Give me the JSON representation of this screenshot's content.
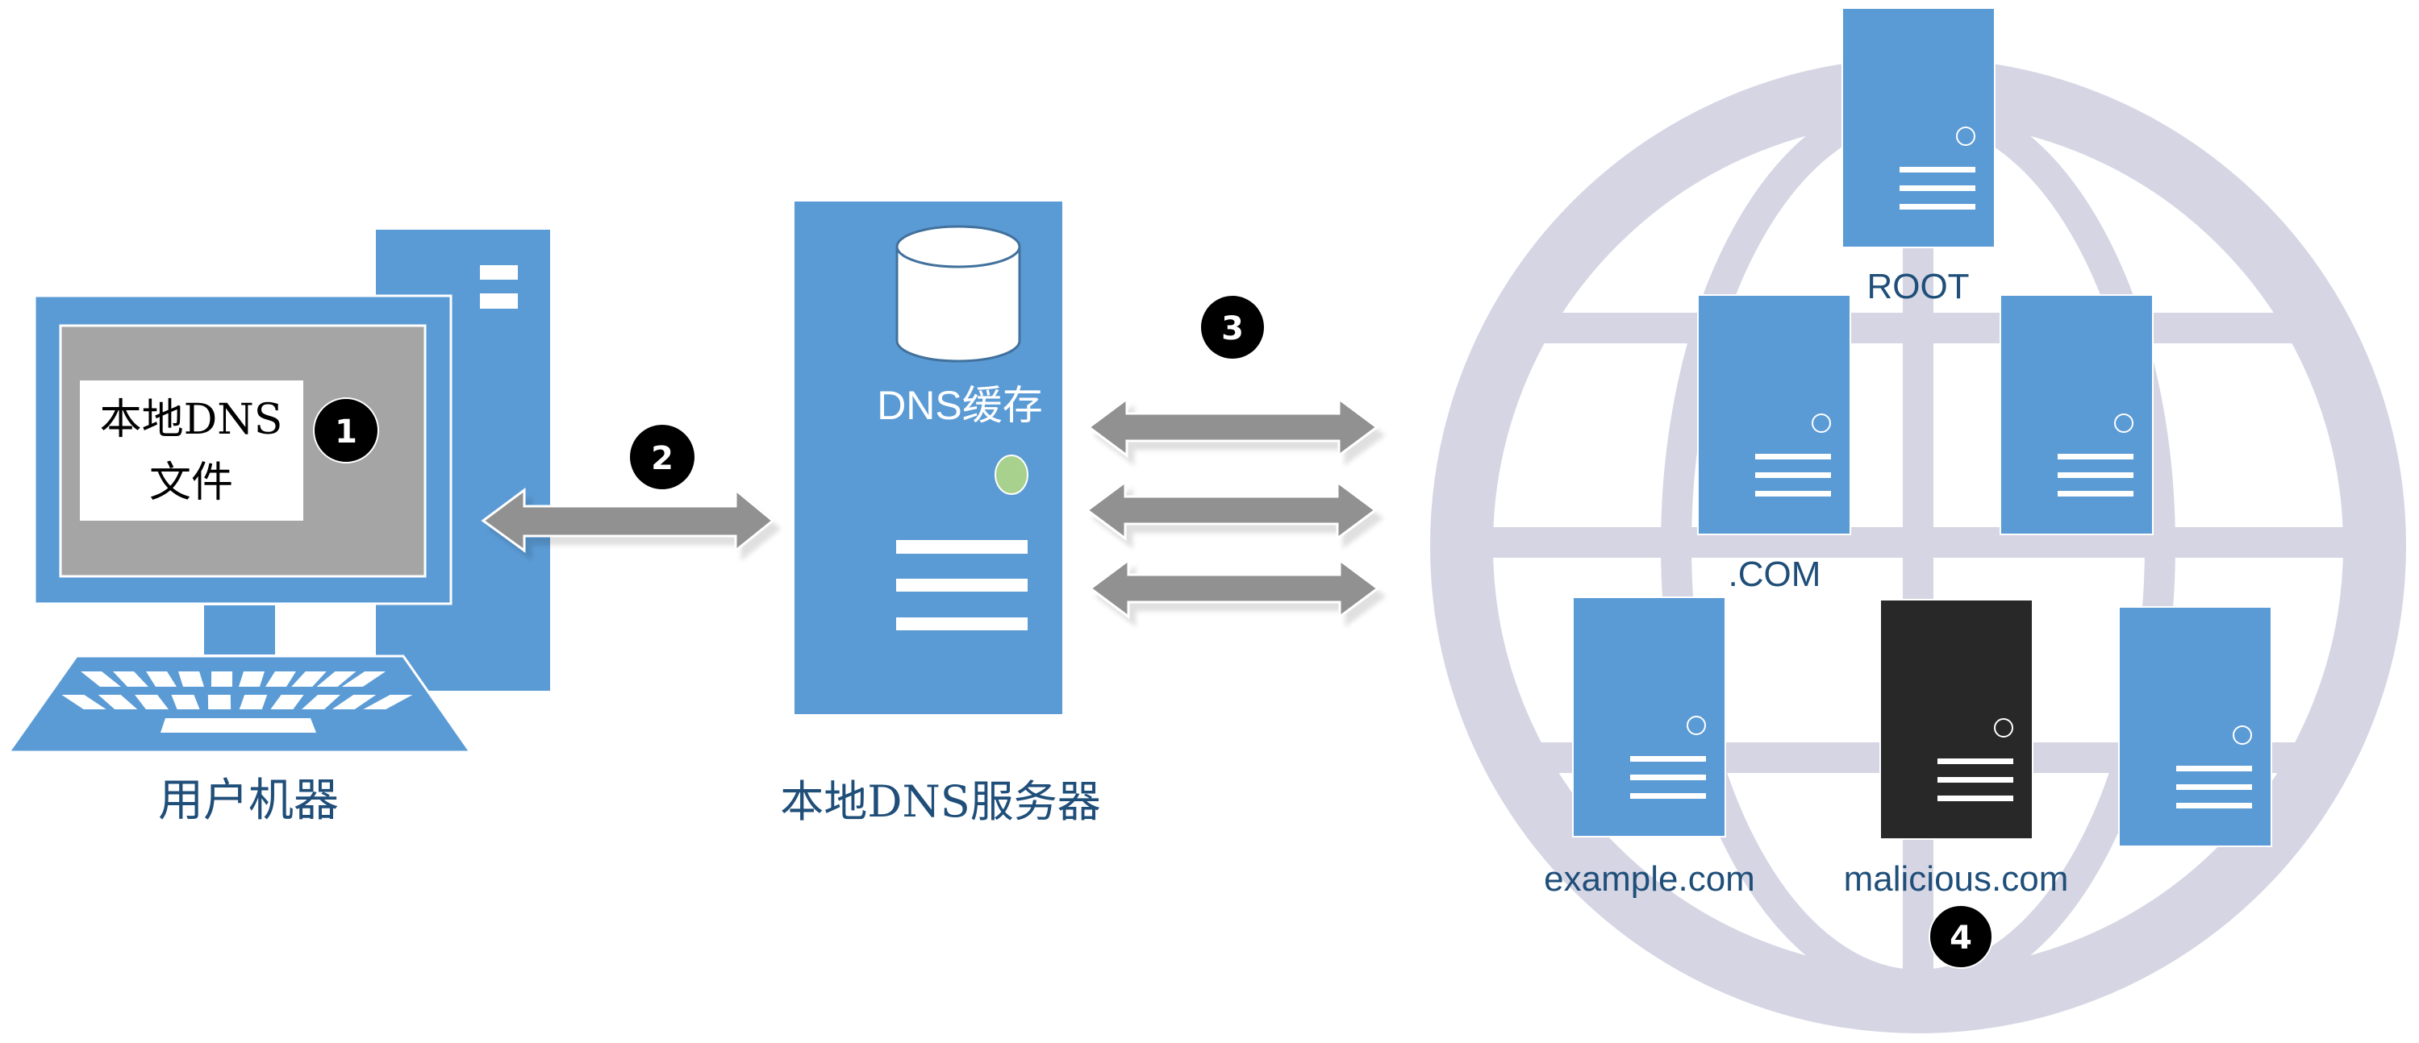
{
  "colors": {
    "device_blue": "#5B9BD5",
    "globe": "#D6D5E4",
    "arrow": "#919191",
    "malicious_server": "#282828",
    "label_text": "#1F4E79",
    "screen_gray": "#A5A5A5",
    "status_led": "#A9D18E",
    "badge": "#000000"
  },
  "user_machine": {
    "label": "用户机器",
    "note_line1": "本地DNS",
    "note_line2": "文件",
    "step_badge": "1"
  },
  "query_link": {
    "step_badge": "2"
  },
  "local_dns_server": {
    "label": "本地DNS服务器",
    "cache_label": "DNS缓存"
  },
  "recursive_queries": {
    "step_badge": "3",
    "arrow_count": 3
  },
  "internet": {
    "servers": [
      {
        "label": "ROOT",
        "malicious": false
      },
      {
        "label": ".COM",
        "malicious": false
      },
      {
        "label": "",
        "malicious": false
      },
      {
        "label": "example.com",
        "malicious": false
      },
      {
        "label": "malicious.com",
        "malicious": true
      },
      {
        "label": "",
        "malicious": false
      }
    ],
    "step_badge": "4"
  }
}
